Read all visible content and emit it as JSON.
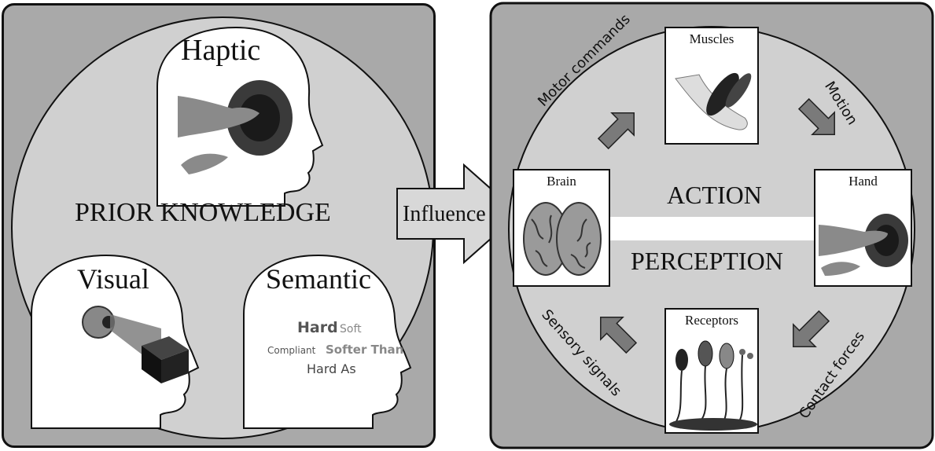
{
  "left": {
    "center_label": "PRIOR KNOWLEDGE",
    "heads": {
      "haptic": "Haptic",
      "visual": "Visual",
      "semantic": "Semantic"
    },
    "semantic_words": {
      "hard": "Hard",
      "soft": "Soft",
      "compliant": "Compliant",
      "softer_than": "Softer Than",
      "hard_as": "Hard As"
    }
  },
  "arrow_label": "Influence",
  "right": {
    "action": "ACTION",
    "perception": "PERCEPTION",
    "boxes": {
      "muscles": "Muscles",
      "brain": "Brain",
      "hand": "Hand",
      "receptors": "Receptors"
    },
    "arrows": {
      "motor_commands": "Motor commands",
      "motion": "Motion",
      "contact_forces": "Contact forces",
      "sensory_signals": "Sensory signals"
    }
  }
}
